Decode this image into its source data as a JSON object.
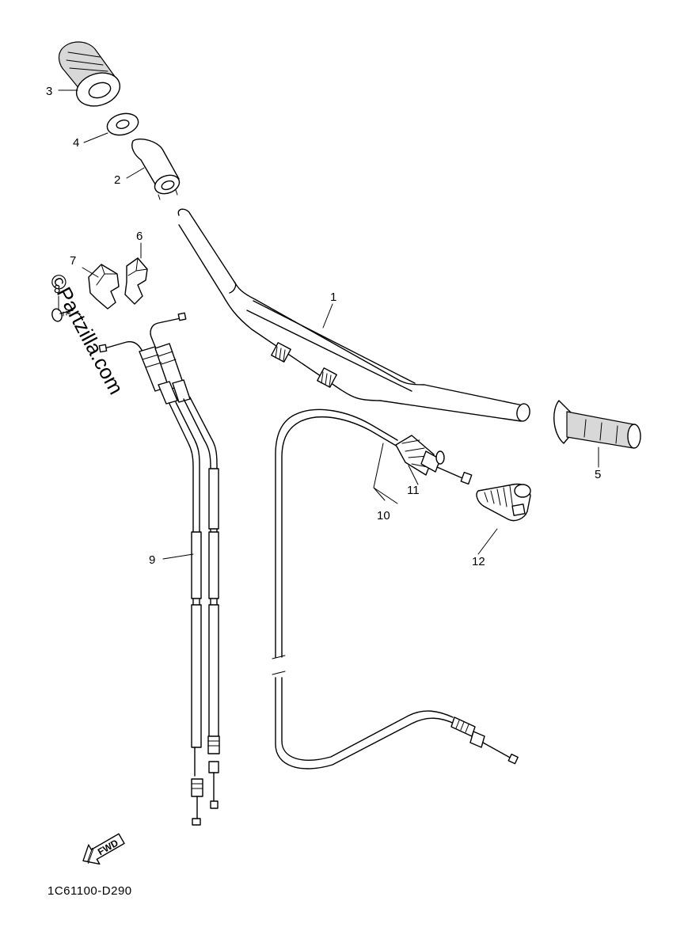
{
  "diagram": {
    "code": "1C61100-D290",
    "watermark": "©Partzilla.com",
    "fwd_label": "FWD",
    "callouts": [
      {
        "id": "1",
        "label": "1"
      },
      {
        "id": "2",
        "label": "2"
      },
      {
        "id": "3",
        "label": "3"
      },
      {
        "id": "4",
        "label": "4"
      },
      {
        "id": "5",
        "label": "5"
      },
      {
        "id": "6",
        "label": "6"
      },
      {
        "id": "7",
        "label": "7"
      },
      {
        "id": "8",
        "label": "8"
      },
      {
        "id": "9",
        "label": "9"
      },
      {
        "id": "10",
        "label": "10"
      },
      {
        "id": "11",
        "label": "11"
      },
      {
        "id": "12",
        "label": "12"
      }
    ]
  }
}
